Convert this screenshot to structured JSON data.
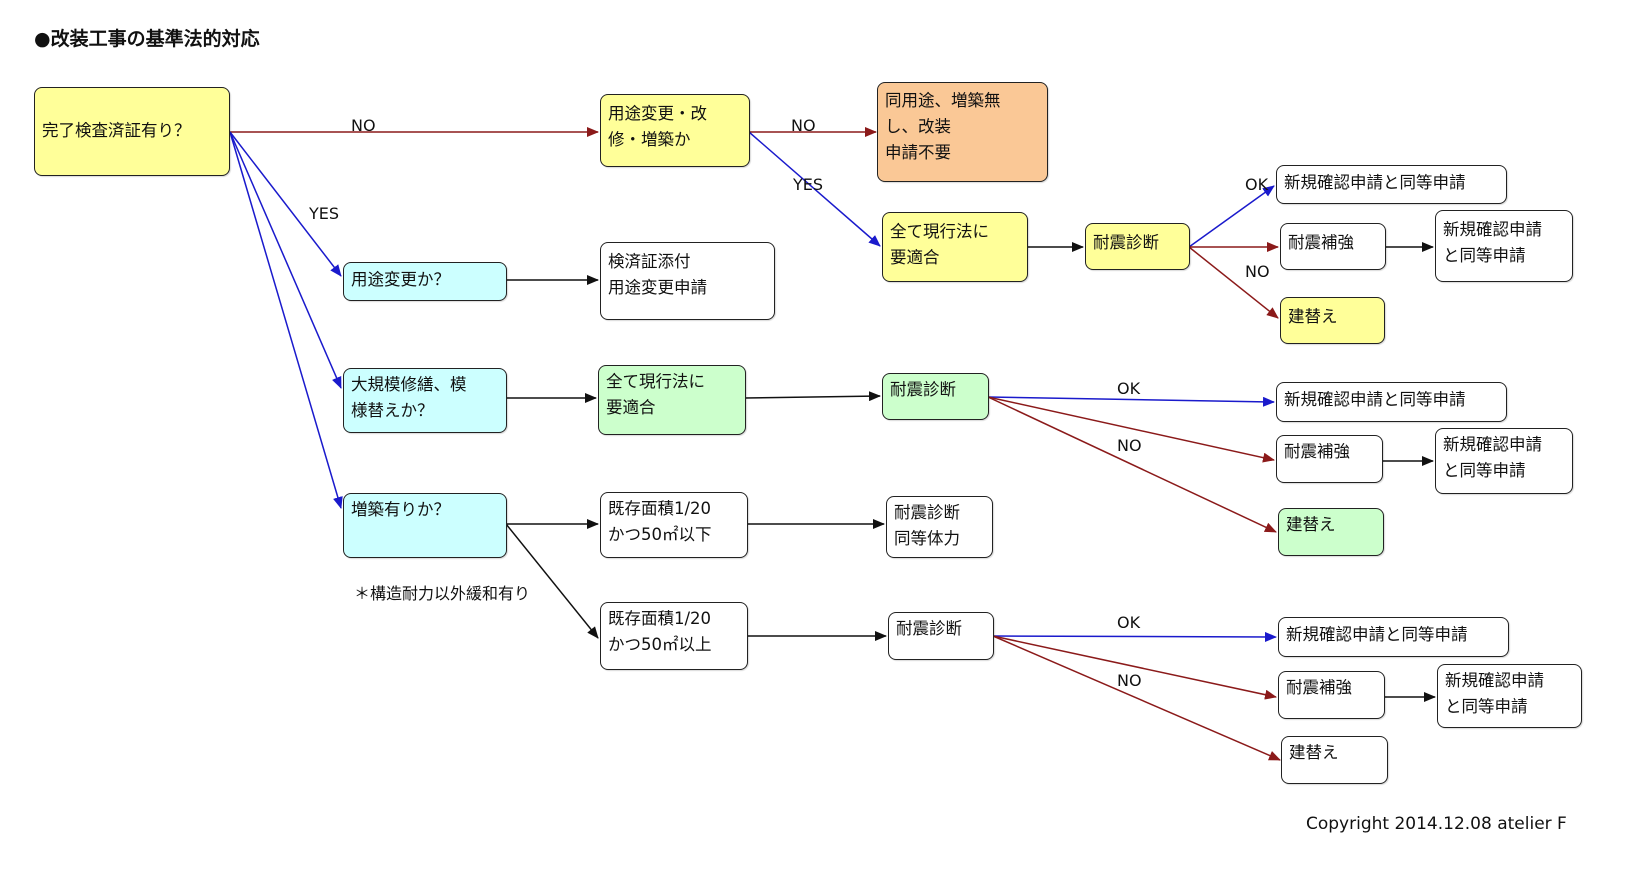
{
  "title": "●改装工事の基準法的対応",
  "colors": {
    "no_edge": "#8b1a1a",
    "yes_edge": "#1a1acc",
    "neutral_edge": "#111111",
    "yellow": "#ffff99",
    "orange": "#fac896",
    "cyan": "#ccffff",
    "green": "#ccffcc"
  },
  "nodes": {
    "root": {
      "lines": [
        "完了検査済証有り？"
      ]
    },
    "use_change_renovation": {
      "lines": [
        "用途変更・改",
        "修・増築か"
      ]
    },
    "no_application": {
      "lines": [
        "同用途、増築無",
        "し、改装",
        "申請不要"
      ]
    },
    "comply_all_1": {
      "lines": [
        "全て現行法に",
        "要適合"
      ]
    },
    "seismic_1": {
      "lines": [
        "耐震診断"
      ]
    },
    "new_app_1": {
      "lines": [
        "新規確認申請と同等申請"
      ]
    },
    "reinforce_1": {
      "lines": [
        "耐震補強"
      ]
    },
    "new_app_1b": {
      "lines": [
        "新規確認申請",
        "と同等申請"
      ]
    },
    "rebuild_1": {
      "lines": [
        "建替え"
      ]
    },
    "use_change": {
      "lines": [
        "用途変更か？"
      ]
    },
    "use_change_app": {
      "lines": [
        "検済証添付",
        "用途変更申請"
      ]
    },
    "major_repair": {
      "lines": [
        "大規模修繕、模",
        "様替えか？"
      ]
    },
    "comply_all_2": {
      "lines": [
        "全て現行法に",
        "要適合"
      ]
    },
    "seismic_2": {
      "lines": [
        "耐震診断"
      ]
    },
    "new_app_2": {
      "lines": [
        "新規確認申請と同等申請"
      ]
    },
    "reinforce_2": {
      "lines": [
        "耐震補強"
      ]
    },
    "new_app_2b": {
      "lines": [
        "新規確認申請",
        "と同等申請"
      ]
    },
    "rebuild_2": {
      "lines": [
        "建替え"
      ]
    },
    "extension": {
      "lines": [
        "増築有りか？"
      ]
    },
    "area_below": {
      "lines": [
        "既存面積1/20",
        "かつ50㎡以下"
      ]
    },
    "seismic_equiv": {
      "lines": [
        "耐震診断",
        "同等体力"
      ]
    },
    "area_above": {
      "lines": [
        "既存面積1/20",
        "かつ50㎡以上"
      ]
    },
    "seismic_3": {
      "lines": [
        "耐震診断"
      ]
    },
    "new_app_3": {
      "lines": [
        "新規確認申請と同等申請"
      ]
    },
    "reinforce_3": {
      "lines": [
        "耐震補強"
      ]
    },
    "new_app_3b": {
      "lines": [
        "新規確認申請",
        "と同等申請"
      ]
    },
    "rebuild_3": {
      "lines": [
        "建替え"
      ]
    }
  },
  "edge_labels": {
    "no_1": "NO",
    "no_2": "NO",
    "yes_1": "YES",
    "yes_2": "YES",
    "ok_1": "OK",
    "no_3": "NO",
    "ok_2": "OK",
    "no_4": "NO",
    "ok_3": "OK",
    "no_5": "NO"
  },
  "note": "＊構造耐力以外緩和有り",
  "copyright": "Copyright 2014.12.08 atelier F"
}
